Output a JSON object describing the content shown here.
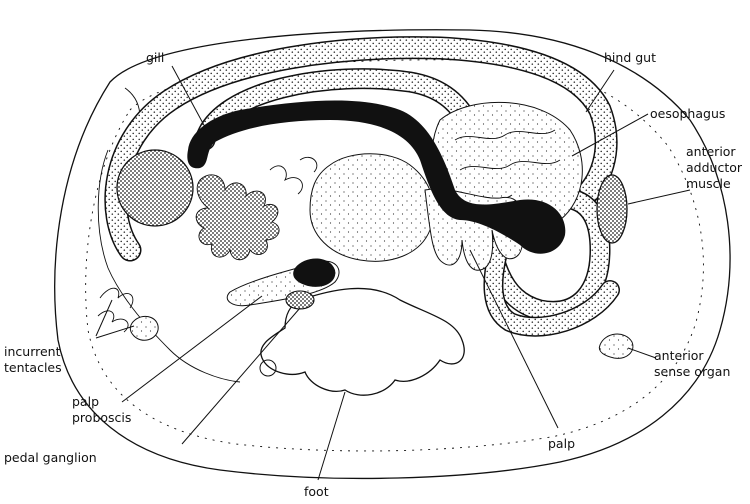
{
  "labels": {
    "gill": "gill",
    "hind_gut": "hind gut",
    "oesophagus": "oesophagus",
    "anterior_adductor_1": "anterior",
    "anterior_adductor_2": "adductor",
    "anterior_adductor_3": "muscle",
    "incurrent_1": "incurrent",
    "incurrent_2": "tentacles",
    "anterior_sense_1": "anterior",
    "anterior_sense_2": "sense organ",
    "palp_proboscis_1": "palp",
    "palp_proboscis_2": "proboscis",
    "pedal_ganglion": "pedal ganglion",
    "palp": "palp",
    "foot": "foot"
  },
  "colors": {
    "ink": "#111111",
    "paper": "#ffffff"
  }
}
